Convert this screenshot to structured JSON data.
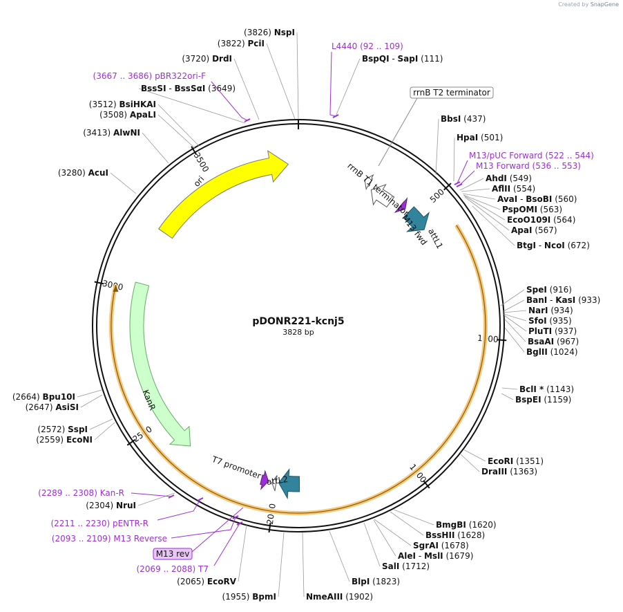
{
  "credit": {
    "prefix": "Created by",
    "brand": "SnapGene"
  },
  "plasmid": {
    "name": "pDONR221-kcnj5",
    "length_label": "3828 bp"
  },
  "ticks": [
    {
      "label": "500",
      "pos": 500
    },
    {
      "label": "1000",
      "pos": 1000
    },
    {
      "label": "1500",
      "pos": 1500
    },
    {
      "label": "2000",
      "pos": 2000
    },
    {
      "label": "2500",
      "pos": 2500
    },
    {
      "label": "3000",
      "pos": 3000
    },
    {
      "label": "3500",
      "pos": 3500
    }
  ],
  "sites": [
    {
      "id": "nspi",
      "name": "NspI",
      "pos_text": "(3826)"
    },
    {
      "id": "pcii",
      "name": "PciI",
      "pos_text": "(3822)"
    },
    {
      "id": "drdi",
      "name": "DrdI",
      "pos_text": "(3720)"
    },
    {
      "id": "bsssi",
      "name": "BssSI",
      "iso": "BssSαI",
      "pos_text": "(3649)"
    },
    {
      "id": "bsihkai",
      "name": "BsiHKAI",
      "pos_text": "(3512)"
    },
    {
      "id": "apali",
      "name": "ApaLI",
      "pos_text": "(3508)"
    },
    {
      "id": "alwni",
      "name": "AlwNI",
      "pos_text": "(3413)"
    },
    {
      "id": "acui",
      "name": "AcuI",
      "pos_text": "(3280)"
    },
    {
      "id": "bspqi",
      "name": "BspQI",
      "iso": "SapI",
      "pos_text": "(111)"
    },
    {
      "id": "bbsi",
      "name": "BbsI",
      "pos_text": "(437)"
    },
    {
      "id": "hpai",
      "name": "HpaI",
      "pos_text": "(501)"
    },
    {
      "id": "ahdi",
      "name": "AhdI",
      "pos_text": "(549)"
    },
    {
      "id": "aflii",
      "name": "AflII",
      "pos_text": "(554)"
    },
    {
      "id": "avai",
      "name": "AvaI",
      "iso": "BsoBI",
      "pos_text": "(560)"
    },
    {
      "id": "psp",
      "name": "PspOMI",
      "pos_text": "(563)"
    },
    {
      "id": "eco0109",
      "name": "EcoO109I",
      "pos_text": "(564)"
    },
    {
      "id": "apai",
      "name": "ApaI",
      "pos_text": "(567)"
    },
    {
      "id": "btgi",
      "name": "BtgI",
      "iso": "NcoI",
      "pos_text": "(672)"
    },
    {
      "id": "spei",
      "name": "SpeI",
      "pos_text": "(916)"
    },
    {
      "id": "bani",
      "name": "BanI",
      "iso": "KasI",
      "pos_text": "(933)"
    },
    {
      "id": "nari",
      "name": "NarI",
      "pos_text": "(934)"
    },
    {
      "id": "sfoi",
      "name": "SfoI",
      "pos_text": "(935)"
    },
    {
      "id": "pluti",
      "name": "PluTI",
      "pos_text": "(937)"
    },
    {
      "id": "bsaai",
      "name": "BsaAI",
      "pos_text": "(967)"
    },
    {
      "id": "bglii",
      "name": "BglII",
      "pos_text": "(1024)"
    },
    {
      "id": "bcli",
      "name": "BclI *",
      "pos_text": "(1143)"
    },
    {
      "id": "bspei",
      "name": "BspEI",
      "pos_text": "(1159)"
    },
    {
      "id": "ecori",
      "name": "EcoRI",
      "pos_text": "(1351)"
    },
    {
      "id": "draiii",
      "name": "DraIII",
      "pos_text": "(1363)"
    },
    {
      "id": "bmgbi",
      "name": "BmgBI",
      "pos_text": "(1620)"
    },
    {
      "id": "bsshii",
      "name": "BssHII",
      "pos_text": "(1628)"
    },
    {
      "id": "sgrai",
      "name": "SgrAI",
      "pos_text": "(1678)"
    },
    {
      "id": "alei",
      "name": "AleI",
      "iso": "MslI",
      "pos_text": "(1679)"
    },
    {
      "id": "sali",
      "name": "SalI",
      "pos_text": "(1712)"
    },
    {
      "id": "blpi",
      "name": "BlpI",
      "pos_text": "(1823)"
    },
    {
      "id": "nmeaiii",
      "name": "NmeAIII",
      "pos_text": "(1902)"
    },
    {
      "id": "bpmi",
      "name": "BpmI",
      "pos_text": "(1955)"
    },
    {
      "id": "ecorv",
      "name": "EcoRV",
      "pos_text": "(2065)"
    },
    {
      "id": "nrui",
      "name": "NruI",
      "pos_text": "(2304)"
    },
    {
      "id": "econi",
      "name": "EcoNI",
      "pos_text": "(2559)"
    },
    {
      "id": "sspi",
      "name": "SspI",
      "pos_text": "(2572)"
    },
    {
      "id": "asisi",
      "name": "AsiSI",
      "pos_text": "(2647)"
    },
    {
      "id": "bpu10i",
      "name": "Bpu10I",
      "pos_text": "(2664)"
    }
  ],
  "primers": [
    {
      "id": "l4440",
      "name": "L4440",
      "range": "(92 .. 109)"
    },
    {
      "id": "pbr322",
      "name": "pBR322ori-F",
      "range": "(3667 .. 3686)"
    },
    {
      "id": "m13puc",
      "name": "M13/pUC Forward",
      "range": "(522 .. 544)"
    },
    {
      "id": "m13fwd",
      "name": "M13 Forward",
      "range": "(536 .. 553)"
    },
    {
      "id": "kanr",
      "name": "Kan-R",
      "range": "(2289 .. 2308)"
    },
    {
      "id": "pentr",
      "name": "pENTR-R",
      "range": "(2211 .. 2230)"
    },
    {
      "id": "m13rev",
      "name": "M13 Reverse",
      "range": "(2093 .. 2109)"
    },
    {
      "id": "t7",
      "name": "T7",
      "range": "(2069 .. 2088)"
    }
  ],
  "features": {
    "ori": "ori",
    "kanr": "KanR",
    "rrnb_t2": "rrnB T2 terminator",
    "rrnb_t1": "rrnB T1 terminator",
    "m13_fwd": "M13 fwd",
    "attl1": "attL1",
    "attl2": "attL2",
    "t7_promoter": "T7 promoter",
    "m13_rev": "M13 rev"
  },
  "colors": {
    "ori": "#ffff00",
    "kanr": "#ccffcc",
    "att": "#31849b",
    "primer": "#9c2fd4",
    "insert_highlight": "#f5c77a",
    "backbone": "#111111"
  }
}
